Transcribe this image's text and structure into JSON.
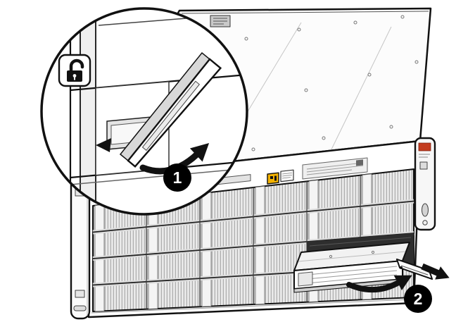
{
  "figure": {
    "callouts": {
      "step1": "1",
      "step2": "2"
    },
    "icons": {
      "unlock": "unlock-padlock-icon",
      "magnifier": "zoom-detail-circle"
    },
    "colors": {
      "line": "#111111",
      "callout_bg": "#000000",
      "callout_text": "#ffffff",
      "warning_yellow": "#f3b200",
      "ear_label_red": "#c33b1e",
      "bay_dark": "#2e2e2e"
    }
  }
}
